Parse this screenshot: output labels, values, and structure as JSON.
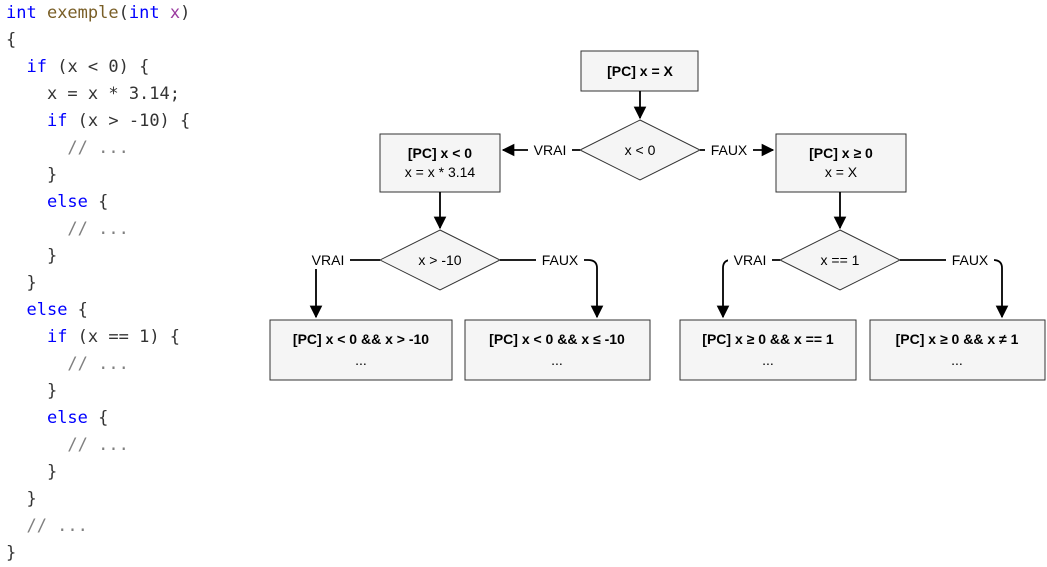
{
  "code": {
    "lines": [
      [
        {
          "t": "int ",
          "c": "kw"
        },
        {
          "t": "exemple",
          "c": "fn"
        },
        {
          "t": "(",
          "c": "pl"
        },
        {
          "t": "int ",
          "c": "kw"
        },
        {
          "t": "x",
          "c": "pv"
        },
        {
          "t": ")",
          "c": "pl"
        }
      ],
      [
        {
          "t": "{",
          "c": "pl"
        }
      ],
      [
        {
          "t": "  ",
          "c": "pl"
        },
        {
          "t": "if",
          "c": "kw"
        },
        {
          "t": " (x < 0) {",
          "c": "pl"
        }
      ],
      [
        {
          "t": "    x = x * 3.14;",
          "c": "pl"
        }
      ],
      [
        {
          "t": "    ",
          "c": "pl"
        },
        {
          "t": "if",
          "c": "kw"
        },
        {
          "t": " (x > -10) {",
          "c": "pl"
        }
      ],
      [
        {
          "t": "      // ...",
          "c": "cm"
        }
      ],
      [
        {
          "t": "    }",
          "c": "pl"
        }
      ],
      [
        {
          "t": "    ",
          "c": "pl"
        },
        {
          "t": "else",
          "c": "kw"
        },
        {
          "t": " {",
          "c": "pl"
        }
      ],
      [
        {
          "t": "      // ...",
          "c": "cm"
        }
      ],
      [
        {
          "t": "    }",
          "c": "pl"
        }
      ],
      [
        {
          "t": "  }",
          "c": "pl"
        }
      ],
      [
        {
          "t": "  ",
          "c": "pl"
        },
        {
          "t": "else",
          "c": "kw"
        },
        {
          "t": " {",
          "c": "pl"
        }
      ],
      [
        {
          "t": "    ",
          "c": "pl"
        },
        {
          "t": "if",
          "c": "kw"
        },
        {
          "t": " (x == 1) {",
          "c": "pl"
        }
      ],
      [
        {
          "t": "      // ...",
          "c": "cm"
        }
      ],
      [
        {
          "t": "    }",
          "c": "pl"
        }
      ],
      [
        {
          "t": "    ",
          "c": "pl"
        },
        {
          "t": "else",
          "c": "kw"
        },
        {
          "t": " {",
          "c": "pl"
        }
      ],
      [
        {
          "t": "      // ...",
          "c": "cm"
        }
      ],
      [
        {
          "t": "    }",
          "c": "pl"
        }
      ],
      [
        {
          "t": "  }",
          "c": "pl"
        }
      ],
      [
        {
          "t": "  // ...",
          "c": "cm"
        }
      ],
      [
        {
          "t": "}",
          "c": "pl"
        }
      ]
    ]
  },
  "diagram": {
    "root": {
      "bold": "[PC] x = X"
    },
    "cond1": "x < 0",
    "cond1_true": "VRAI",
    "cond1_false": "FAUX",
    "left": {
      "bold": "[PC] x < 0",
      "normal": "x = x * 3.14"
    },
    "right": {
      "bold": "[PC] x ≥ 0",
      "normal": "x = X"
    },
    "cond2": "x > -10",
    "cond2_true": "VRAI",
    "cond2_false": "FAUX",
    "cond3": "x == 1",
    "cond3_true": "VRAI",
    "cond3_false": "FAUX",
    "leaf1": {
      "bold": "[PC] x < 0 && x > -10",
      "normal": "..."
    },
    "leaf2": {
      "bold": "[PC] x < 0 && x ≤ -10",
      "normal": "..."
    },
    "leaf3": {
      "bold": "[PC] x ≥ 0 && x == 1",
      "normal": "..."
    },
    "leaf4": {
      "bold": "[PC] x ≥ 0 && x ≠ 1",
      "normal": "..."
    }
  }
}
